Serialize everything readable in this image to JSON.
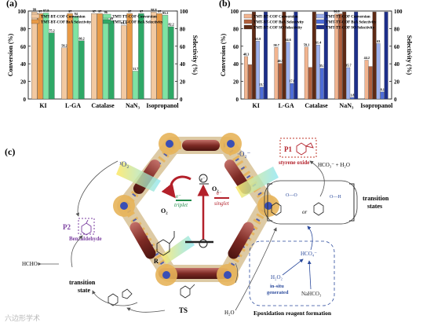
{
  "panel_labels": {
    "a": "(a)",
    "b": "(b)",
    "c": "(c)"
  },
  "chart_data": [
    {
      "type": "bar",
      "panel": "(a)",
      "categories": [
        "KI",
        "L-GA",
        "Catalase",
        "NaN₃",
        "Isopropanol"
      ],
      "ylabel": "Conversion (%)",
      "y2label": "Selectivity (%)",
      "ylim": [
        0,
        100
      ],
      "y2lim": [
        0,
        100
      ],
      "yticks": [
        "0",
        "20",
        "40",
        "60",
        "80",
        "100"
      ],
      "legend_position": "top",
      "series": [
        {
          "name": "TMT-BT-COF Conversion",
          "color": "#f2c9a1",
          "values": [
            99,
            58.2,
            97,
            83.5,
            98.8
          ],
          "labels": [
            "99",
            "58.2",
            "97",
            "83.5",
            "98.8"
          ]
        },
        {
          "name": "TMT-BT-COF BzA Selectivity",
          "color": "#e89a46",
          "values": [
            97,
            97,
            97,
            97,
            97
          ],
          "labels": [
            "97",
            "97",
            "97",
            "97",
            "97"
          ]
        },
        {
          "name": "TMT-TT-COF Conversion",
          "color": "#7fe3a3",
          "values": [
            97.8,
            94,
            96,
            31.7,
            95.2
          ],
          "labels": [
            "97.8",
            "94",
            "96",
            "31.7",
            "95.2"
          ]
        },
        {
          "name": "TMT-TT-COF BzA Selectivity",
          "color": "#2ea866",
          "values": [
            75.2,
            66.2,
            89,
            97,
            82.2
          ],
          "labels": [
            "75.2",
            "66.2",
            "89",
            "97",
            "82.2"
          ]
        }
      ]
    },
    {
      "type": "bar",
      "panel": "(b)",
      "categories": [
        "KI",
        "L-GA",
        "Catalase",
        "NaN₃",
        "Isopropanol"
      ],
      "ylabel": "Conversion (%)",
      "y2label": "Selectivity (%)",
      "ylim": [
        0,
        100
      ],
      "y2lim": [
        0,
        100
      ],
      "yticks": [
        "0",
        "20",
        "40",
        "60",
        "80",
        "100"
      ],
      "legend_position": "top",
      "series": [
        {
          "name": "TMT-BT-COF Conversion",
          "color": "#f2b48f",
          "values": [
            48.3,
            58.7,
            59.1,
            96.8,
            44.2
          ],
          "labels": [
            "48.3",
            "58.7",
            "59.1",
            "96.8",
            "44.2"
          ]
        },
        {
          "name": "TMT-BT-COF BzA Selectivity",
          "color": "#b0603d",
          "values": [
            39,
            40.5,
            36,
            96.8,
            37
          ],
          "labels": [
            "",
            "40.5",
            "",
            "",
            ""
          ]
        },
        {
          "name": "TMT-BT-COF SO Selectivity",
          "color": "#5e2a14",
          "values": [
            99,
            99,
            99,
            99,
            99
          ],
          "labels": [
            "",
            "",
            "",
            "",
            ""
          ]
        },
        {
          "name": "TMT-TT-COF Conversion",
          "color": "#9fb2ee",
          "values": [
            65.8,
            64.6,
            61.4,
            35.7,
            63
          ],
          "labels": [
            "65.8",
            "64.6",
            "61.4",
            "35.7",
            "63"
          ]
        },
        {
          "name": "TMT-TT-COF BzA Selectivity",
          "color": "#4d6cd8",
          "values": [
            13.7,
            17.8,
            35.1,
            1.8,
            8.1
          ],
          "labels": [
            "13.7",
            "17.8",
            "35.1",
            "1.8",
            "8.1"
          ]
        },
        {
          "name": "TMT-TT-COF SO Selectivity",
          "color": "#1d2f8a",
          "values": [
            99,
            99,
            99,
            99,
            99
          ],
          "labels": [
            "",
            "",
            "",
            "",
            ""
          ]
        }
      ]
    }
  ],
  "scheme": {
    "p1_label": "P1",
    "p1_name": "styrene oxide",
    "p2_label": "P2",
    "p2_name": "Benzaldehyde",
    "superoxide": "·O₂⁻",
    "singlet_oxygen": "¹O₂",
    "o2_left": "O₂",
    "o2_right": "O₂",
    "triplet": "triplet",
    "singlet": "singlet",
    "electron_left": "e⁻",
    "electron_right": "e⁻",
    "electron_circle": "e⁻",
    "r_label": "R",
    "hco3_h2o": "HCO₃⁻ + H₂O",
    "transition_states_right": "transition\nstates",
    "or_label": "or",
    "hcho": "HCHO",
    "transition_state_left": "transition\nstate",
    "ts_label": "TS",
    "h2o_label": "H₂O",
    "hco4": "HCO₄⁻",
    "h2o2_label": "H₂O₂",
    "in_situ": "in-situ\ngenerated",
    "nahco3": "NaHCO₃",
    "epox_title": "Epoxidation reagent formation"
  },
  "watermark": "六边形学术"
}
